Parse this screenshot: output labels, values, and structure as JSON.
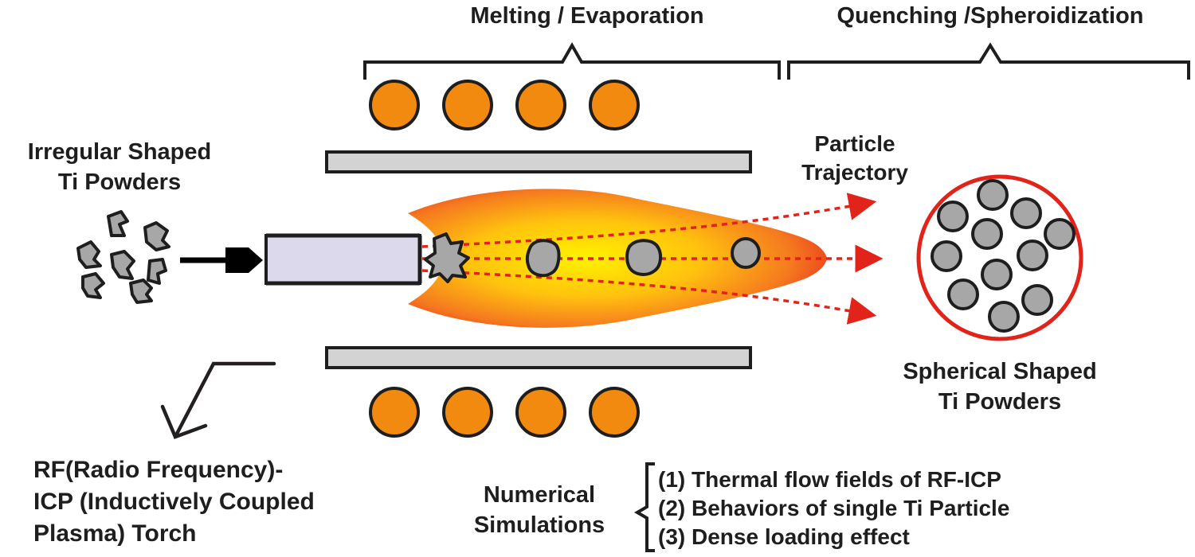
{
  "stages": {
    "melting": "Melting / Evaporation",
    "quenching": "Quenching /Spheroidization"
  },
  "input_label": {
    "line1": "Irregular Shaped",
    "line2": "Ti Powders"
  },
  "trajectory_label": {
    "line1": "Particle",
    "line2": "Trajectory"
  },
  "output_label": {
    "line1": "Spherical Shaped",
    "line2": "Ti Powders"
  },
  "torch_label": {
    "line1": "RF(Radio Frequency)-",
    "line2": "ICP (Inductively Coupled",
    "line3": "Plasma) Torch"
  },
  "simulations": {
    "label_line1": "Numerical",
    "label_line2": "Simulations",
    "items": [
      "(1) Thermal flow fields of RF-ICP",
      "(2) Behaviors of single Ti Particle",
      "(3) Dense loading effect"
    ]
  },
  "colors": {
    "coil": "#f28a0f",
    "plate": "#d3d3d3",
    "tube": "#dcd9ec",
    "particle": "#a7a7a7",
    "trajectory": "#e2231a",
    "flame_core": "#ffe600",
    "flame_edge": "#e8371c"
  }
}
